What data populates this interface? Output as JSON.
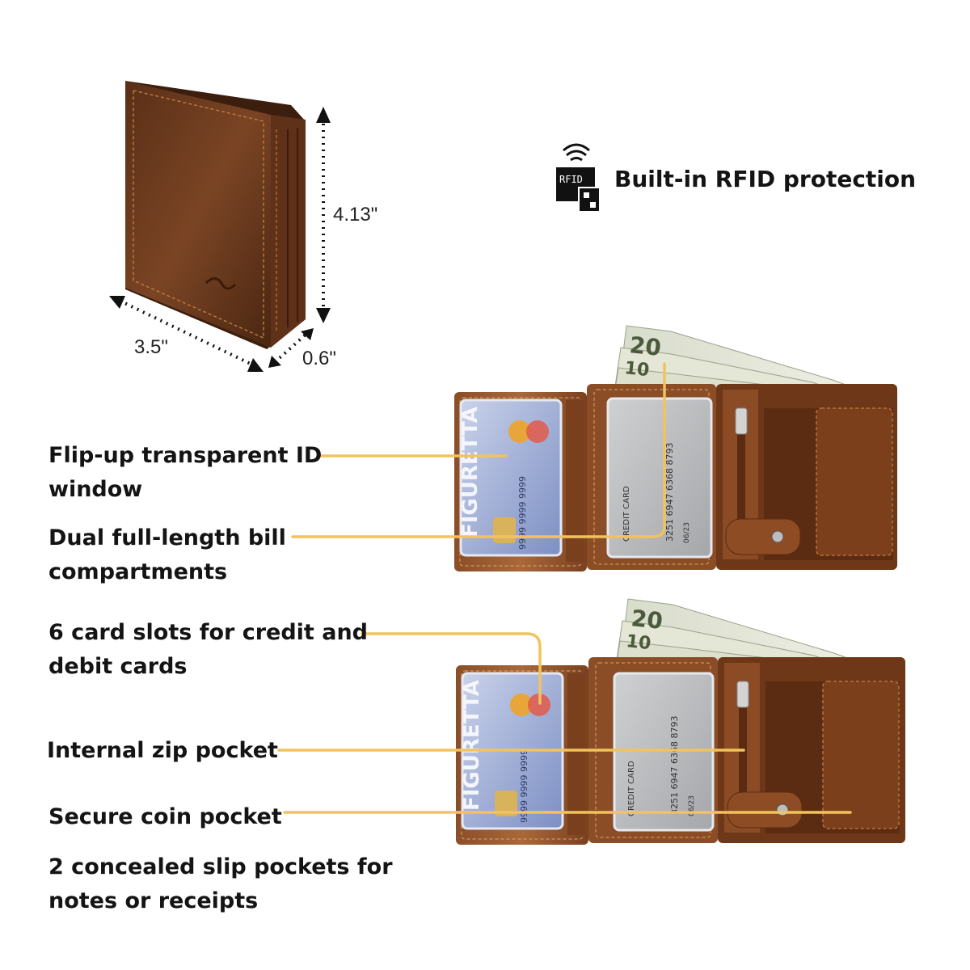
{
  "dimensions": {
    "height": "4.13\"",
    "width": "3.5\"",
    "depth": "0.6\""
  },
  "rfid": {
    "icon_text": "RFID",
    "label": "Built-in RFID protection"
  },
  "features": [
    {
      "line1": "Flip-up transparent ID",
      "line2": "window"
    },
    {
      "line1": "Dual full-length bill",
      "line2": "compartments"
    },
    {
      "line1": "6 card slots for credit and",
      "line2": "debit cards"
    },
    {
      "line1": "Internal zip pocket",
      "line2": ""
    },
    {
      "line1": "Secure coin pocket",
      "line2": ""
    },
    {
      "line1": "2 concealed slip pockets for",
      "line2": "notes or receipts"
    }
  ],
  "card": {
    "brand": "FIGURETTA",
    "number": "9999 9999 9999",
    "credit_label": "CREDIT CARD",
    "credit_number": "3251 6947 6368 8793",
    "expiry": "06/23"
  },
  "bills": {
    "top": "20",
    "bottom": "10"
  },
  "colors": {
    "leader": "#f2c35c",
    "leather": "#6b3a1f",
    "leather_light": "#9a5a30",
    "stitch": "#c98a4a"
  }
}
